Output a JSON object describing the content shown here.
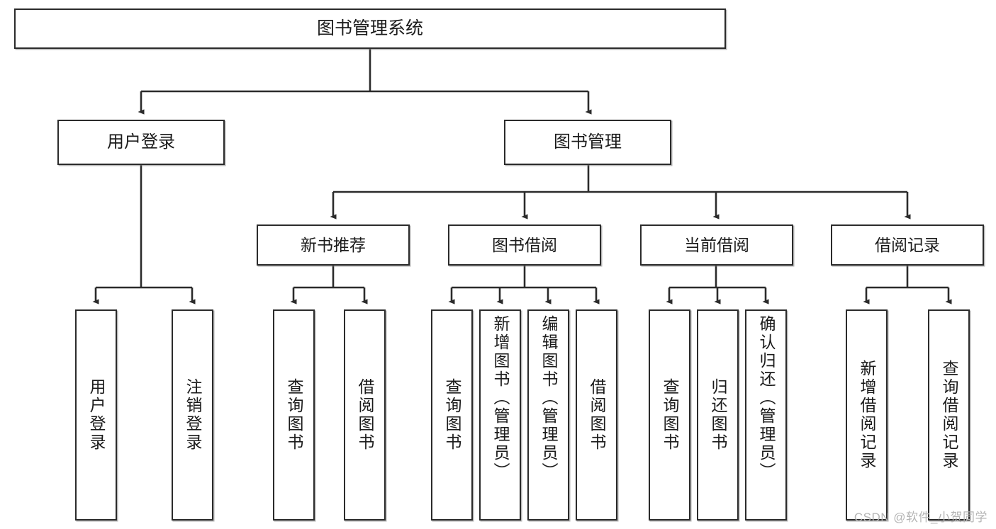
{
  "diagram": {
    "type": "tree",
    "title": "图书管理系统",
    "watermark": "CSDN @软件_小贺同学",
    "accent_color": "#2b2b2b",
    "background_color": "#ffffff",
    "root": {
      "label": "图书管理系统"
    },
    "level2": [
      {
        "label": "用户登录"
      },
      {
        "label": "图书管理"
      }
    ],
    "level3": [
      {
        "label": "新书推荐"
      },
      {
        "label": "图书借阅"
      },
      {
        "label": "当前借阅"
      },
      {
        "label": "借阅记录"
      }
    ],
    "leaves": {
      "user_login": [
        {
          "label": "用户登录"
        },
        {
          "label": "注销登录"
        }
      ],
      "new_book_rec": [
        {
          "label": "查询图书"
        },
        {
          "label": "借阅图书"
        }
      ],
      "book_borrow": [
        {
          "label": "查询图书"
        },
        {
          "label": "新增图书（管理员）"
        },
        {
          "label": "编辑图书（管理员）"
        },
        {
          "label": "借阅图书"
        }
      ],
      "current_borrow": [
        {
          "label": "查询图书"
        },
        {
          "label": "归还图书"
        },
        {
          "label": "确认归还（管理员）"
        }
      ],
      "borrow_record": [
        {
          "label": "新增借阅记录"
        },
        {
          "label": "查询借阅记录"
        }
      ]
    }
  }
}
